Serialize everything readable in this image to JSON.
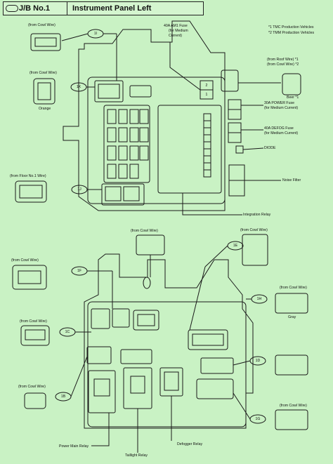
{
  "header": {
    "jb_label": "J/B No.1",
    "title": "Instrument Panel Left"
  },
  "notes": {
    "n1": "*1 TMC Production Vehicles",
    "n2": "*2 TMM Production Vehicles"
  },
  "top": {
    "from_cowl_1": "(from Cowl Wire)",
    "from_cowl_2": "(from Cowl Wire)",
    "orange": "Orange",
    "from_floor": "(from Floor No.1 Wire)",
    "fuse_40a_am1": "40A AM1 Fuse",
    "fuse_40a_am1_sub": "(for Medium",
    "fuse_40a_am1_sub2": "Current)",
    "from_roof": "(from Roof Wire) *1",
    "from_cowl_roof": "(from Cowl Wire) *2",
    "beer": "Beer *1",
    "power_fuse": "30A POWER Fuse",
    "power_fuse_sub": "(for Medium Current)",
    "defog_fuse": "40A DEFOG Fuse",
    "defog_fuse_sub": "(for Medium Current)",
    "diode": "DIODE",
    "noise_filter": "Noise Filter",
    "integration_relay": "Integration Relay",
    "conn_1i": "1I",
    "conn_1k": "1K",
    "conn_1j": "1J",
    "fuse_slot_2": "2",
    "fuse_slot_1": "1"
  },
  "bottom": {
    "from_cowl_a": "(from Cowl Wire)",
    "from_cowl_b": "(from Cowl Wire)",
    "from_cowl_c": "(from Cowl Wire)",
    "from_cowl_d": "(from Cowl Wire)",
    "from_cowl_e": "(from Cowl Wire)",
    "from_cowl_f": "(from Cowl Wire)",
    "from_cowl_g": "(from Cowl Wire)",
    "gray": "Gray",
    "power_main_relay": "Power Main Relay",
    "taillight_relay": "Taillight Relay",
    "defogger_relay": "Defogger Relay",
    "conn_1f": "1F",
    "conn_1c": "1C",
    "conn_1b": "1B",
    "conn_1e": "1E",
    "conn_1h": "1H",
    "conn_1d": "1D",
    "conn_1g": "1G"
  }
}
